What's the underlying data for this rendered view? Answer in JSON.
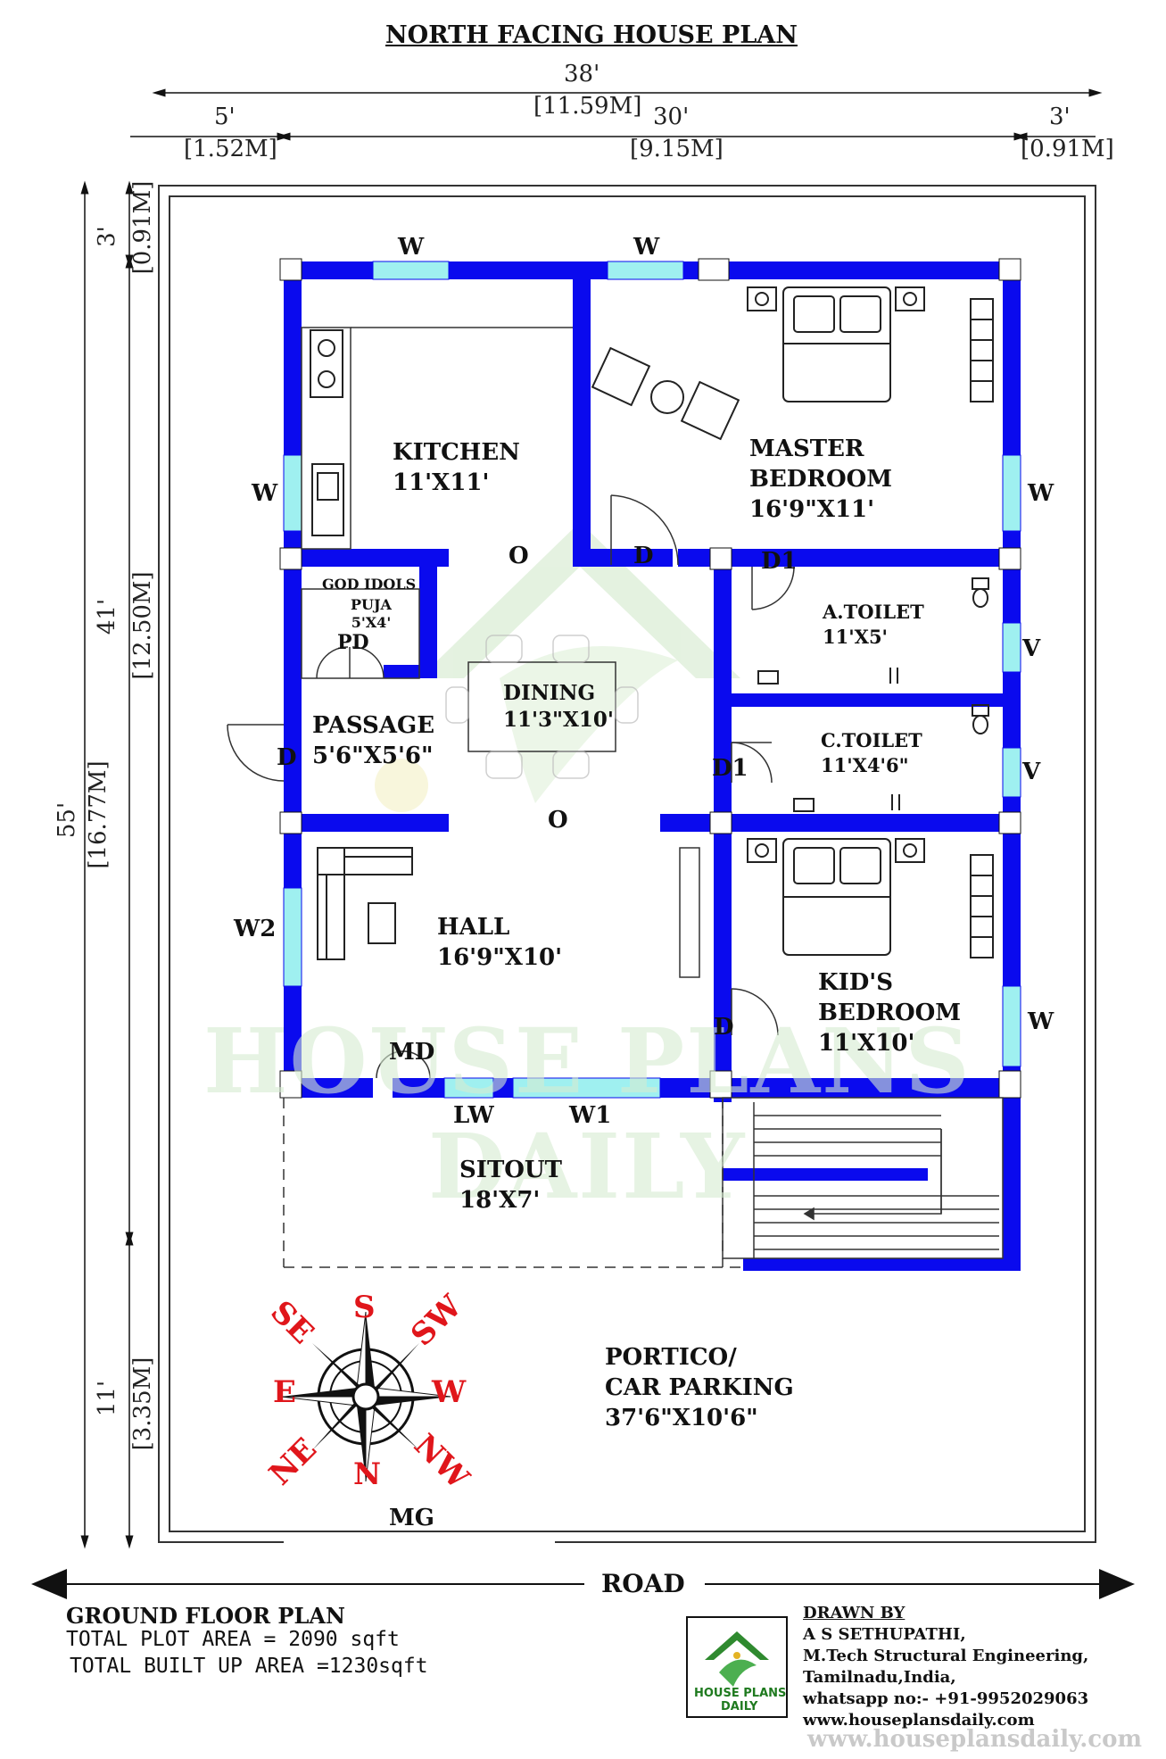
{
  "title": "NORTH FACING HOUSE PLAN",
  "dimensions": {
    "total_width": "38'",
    "total_width_m": "[11.59M]",
    "left_setback": "5'",
    "left_setback_m": "[1.52M]",
    "house_width": "30'",
    "house_width_m": "[9.15M]",
    "right_setback": "3'",
    "right_setback_m": "[0.91M]",
    "top_setback": "3'",
    "top_setback_m": "[0.91M]",
    "house_depth": "41'",
    "house_depth_m": "[12.50M]",
    "total_depth": "55'",
    "total_depth_m": "[16.77M]",
    "front_setback": "11'",
    "front_setback_m": "[3.35M]"
  },
  "rooms": {
    "kitchen": {
      "name": "KITCHEN",
      "size": "11'X11'"
    },
    "master_bedroom": {
      "name": "MASTER",
      "name2": "BEDROOM",
      "size": "16'9\"X11'"
    },
    "god_idols": {
      "name": "GOD IDOLS"
    },
    "puja": {
      "name": "PUJA",
      "size": "5'X4'"
    },
    "dining": {
      "name": "DINING",
      "size": "11'3\"X10'"
    },
    "passage": {
      "name": "PASSAGE",
      "size": "5'6\"X5'6\""
    },
    "attached_toilet": {
      "name": "A.TOILET",
      "size": "11'X5'"
    },
    "common_toilet": {
      "name": "C.TOILET",
      "size": "11'X4'6\""
    },
    "hall": {
      "name": "HALL",
      "size": "16'9\"X10'"
    },
    "kids_bedroom": {
      "name": "KID'S",
      "name2": "BEDROOM",
      "size": "11'X10'"
    },
    "sitout": {
      "name": "SITOUT",
      "size": "18'X7'"
    },
    "portico": {
      "name": "PORTICO/",
      "name2": "CAR PARKING",
      "size": "37'6\"X10'6\""
    }
  },
  "openings": {
    "window": "W",
    "window2": "W2",
    "window1": "W1",
    "louver_window": "LW",
    "ventilator": "V",
    "door": "D",
    "door1": "D1",
    "opening": "O",
    "puja_door": "PD",
    "main_door": "MD",
    "main_gate": "MG"
  },
  "compass": {
    "s": "S",
    "n": "N",
    "e": "E",
    "w": "W",
    "se": "SE",
    "sw": "SW",
    "ne": "NE",
    "nw": "NW"
  },
  "road": "ROAD",
  "info": {
    "plan_name": "GROUND FLOOR PLAN",
    "plot_area": "TOTAL PLOT AREA = 2090 sqft",
    "built_up_area": "TOTAL BUILT UP AREA =1230sqft"
  },
  "logo": {
    "line1": "HOUSE PLANS",
    "line2": "DAILY"
  },
  "watermark": {
    "line1": "HOUSE PLANS",
    "line2": "DAILY"
  },
  "credits": {
    "heading": "DRAWN BY",
    "name": "A S SETHUPATHI,",
    "qualification": "M.Tech Structural Engineering,",
    "location": "Tamilnadu,India,",
    "whatsapp": "whatsapp no:- +91-9952029063",
    "website": "www.houseplansdaily.com",
    "website_shadow": "www.houseplansdaily.com"
  },
  "colors": {
    "wall": "#0a0aee",
    "window_glass": "#9ff0f0",
    "compass_text": "#e0161b",
    "watermark": "#d7ecd2"
  }
}
